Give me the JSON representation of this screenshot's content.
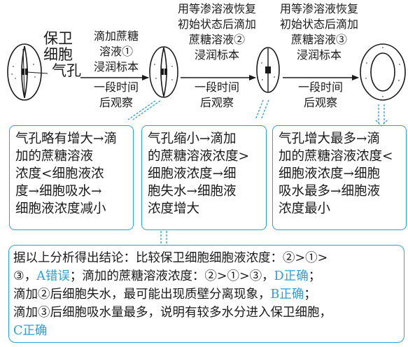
{
  "cell_label": [
    "保卫",
    "细胞",
    "气孔"
  ],
  "steps": [
    {
      "top": [
        "滴加蔗糖",
        "溶液①",
        "浸润标本"
      ],
      "bottom": [
        "一段时间",
        "后观察"
      ]
    },
    {
      "top": [
        "用等渗溶液恢复",
        "初始状态后滴加",
        "蔗糖溶液②",
        "浸润标本"
      ],
      "bottom": [
        "一段时间",
        "后观察"
      ]
    },
    {
      "top": [
        "用等渗溶液恢复",
        "初始状态后滴加",
        "蔗糖溶液③",
        "浸润标本"
      ],
      "bottom": [
        "一段时间",
        "后观察"
      ]
    }
  ],
  "boxes": [
    {
      "lines": [
        "气孔略有增大→滴",
        "加的蔗糖溶液",
        "浓度<细胞液浓",
        "度→细胞吸水→",
        "细胞液浓度减小"
      ]
    },
    {
      "lines": [
        "气孔缩小→滴加",
        "的蔗糖溶液浓度>",
        "细胞液浓度→细",
        "胞失水→细胞液",
        "浓度增大"
      ]
    },
    {
      "lines": [
        "气孔增大最多→滴",
        "加的蔗糖溶液浓度<",
        "细胞液浓度→细胞",
        "吸水最多→细胞液",
        "浓度最小"
      ]
    }
  ],
  "conclusion": {
    "line1": "据以上分析得出结论：比较保卫细胞细胞液浓度：②>①>",
    "line2_a": "③，",
    "line2_b": "A错误",
    "line2_c": "；滴加的蔗糖溶液浓度：②>①>③，",
    "line2_d": "D正确",
    "line2_e": "；",
    "line3_a": "滴加②后细胞失水，最可能出现质壁分离现象，",
    "line3_b": "B正确",
    "line3_c": "；",
    "line4": "滴加③后细胞吸水量最多，说明有较多水分进入保卫细胞，",
    "line5": "C正确"
  },
  "colors": {
    "accent": "#27a3d6",
    "text": "#1a1a1a"
  }
}
